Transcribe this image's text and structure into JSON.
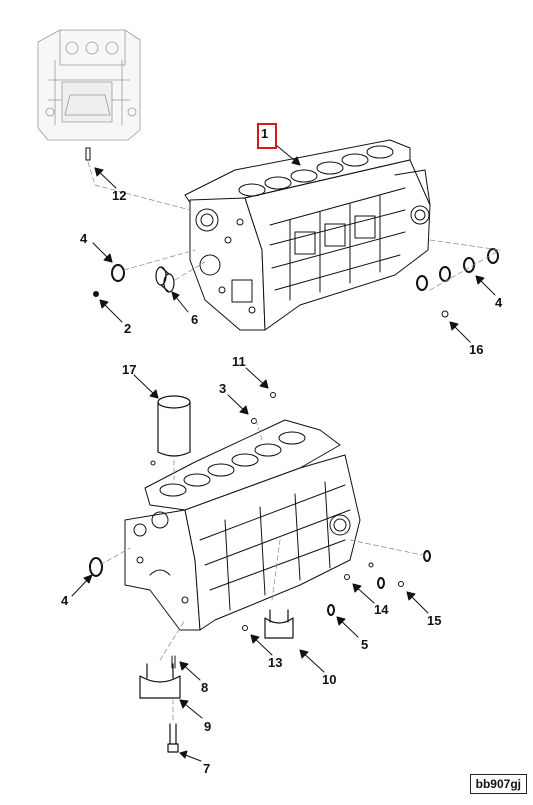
{
  "diagram": {
    "reference_code": "bb907gj",
    "highlight_color": "#d61a1a",
    "highlighted_callout": "1",
    "callouts": [
      {
        "id": "c1",
        "text": "1"
      },
      {
        "id": "c12",
        "text": "12"
      },
      {
        "id": "c4a",
        "text": "4"
      },
      {
        "id": "c2",
        "text": "2"
      },
      {
        "id": "c6",
        "text": "6"
      },
      {
        "id": "c4b",
        "text": "4"
      },
      {
        "id": "c16",
        "text": "16"
      },
      {
        "id": "c17",
        "text": "17"
      },
      {
        "id": "c11",
        "text": "11"
      },
      {
        "id": "c3",
        "text": "3"
      },
      {
        "id": "c4c",
        "text": "4"
      },
      {
        "id": "c14",
        "text": "14"
      },
      {
        "id": "c15",
        "text": "15"
      },
      {
        "id": "c5",
        "text": "5"
      },
      {
        "id": "c13",
        "text": "13"
      },
      {
        "id": "c10",
        "text": "10"
      },
      {
        "id": "c8",
        "text": "8"
      },
      {
        "id": "c9",
        "text": "9"
      },
      {
        "id": "c7",
        "text": "7"
      }
    ]
  }
}
